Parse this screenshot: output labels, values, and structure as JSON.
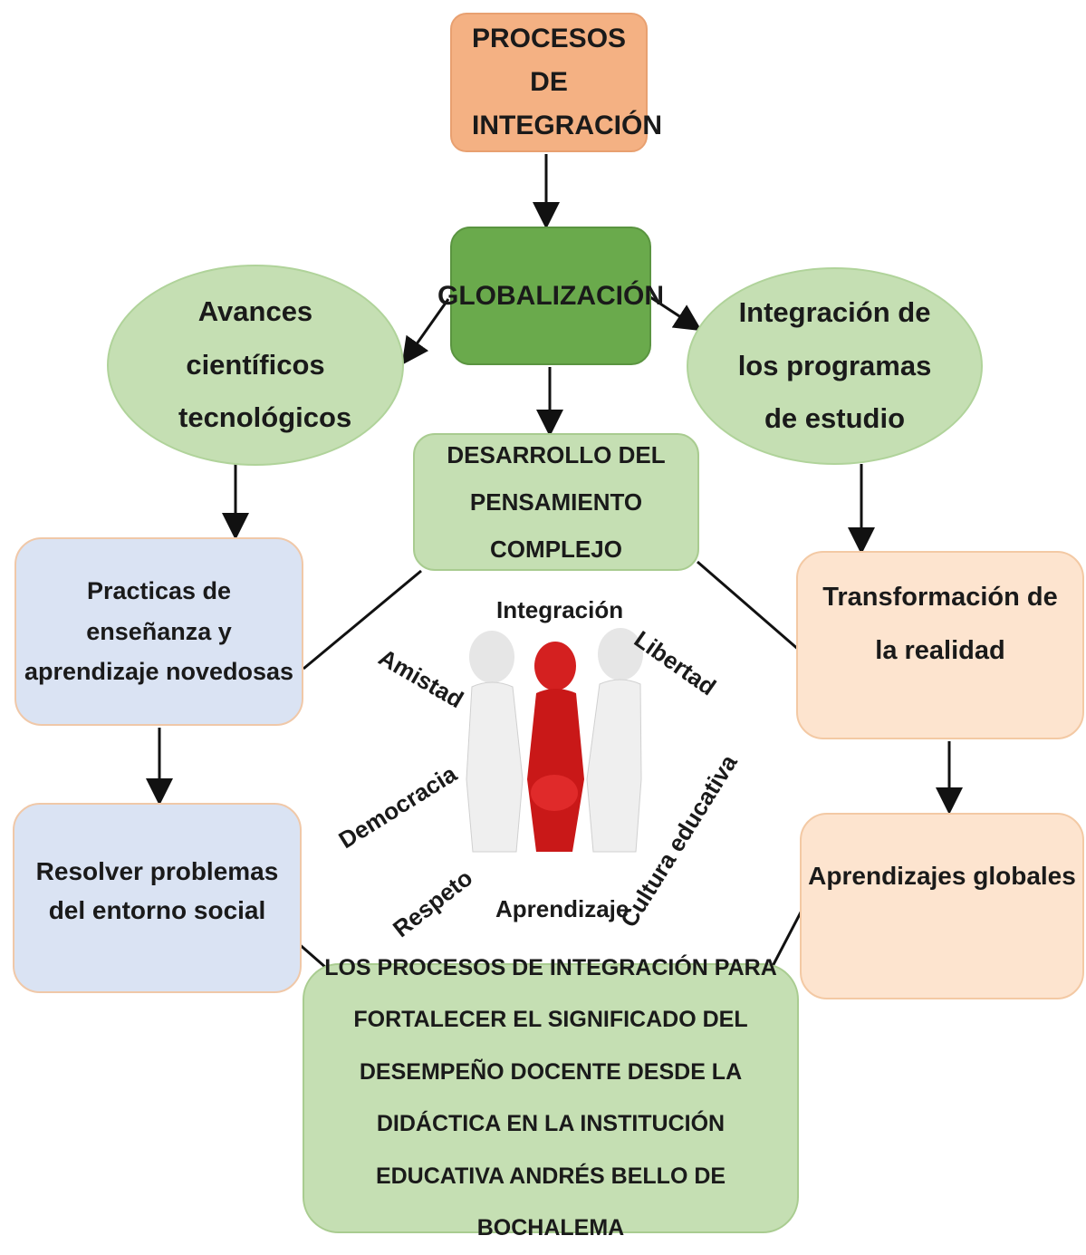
{
  "top": {
    "label": "PROCESOS DE INTEGRACIÓN"
  },
  "center": {
    "label": "GLOBALIZACIÓN"
  },
  "left_ellipse": {
    "label": "Avances científicos tecnológicos"
  },
  "right_ellipse": {
    "label": "Integración de los programas de estudio"
  },
  "middle": {
    "label": "DESARROLLO DEL PENSAMIENTO COMPLEJO"
  },
  "left_boxes": [
    {
      "label": "Practicas de enseñanza y aprendizaje novedosas"
    },
    {
      "label": "Resolver problemas del entorno social"
    }
  ],
  "right_boxes": [
    {
      "label": "Transformación de la realidad"
    },
    {
      "label": "Aprendizajes globales"
    }
  ],
  "bottom": {
    "label": "LOS PROCESOS DE INTEGRACIÓN PARA FORTALECER EL  SIGNIFICADO DEL DESEMPEÑO DOCENTE DESDE LA DIDÁCTICA EN LA INSTITUCIÓN EDUCATIVA ANDRÉS BELLO DE BOCHALEMA"
  },
  "values_words": [
    "Integración",
    "Amistad",
    "Libertad",
    "Democracia",
    "Cultura educativa",
    "Respeto",
    "Aprendizaje"
  ],
  "colors": {
    "orange": "#f4b183",
    "dark_green": "#6aaa4c",
    "light_green": "#c5dfb3",
    "light_blue": "#dae3f3",
    "peach": "#fde4cf",
    "figure_red": "#d42020",
    "figure_white": "#ececec"
  }
}
